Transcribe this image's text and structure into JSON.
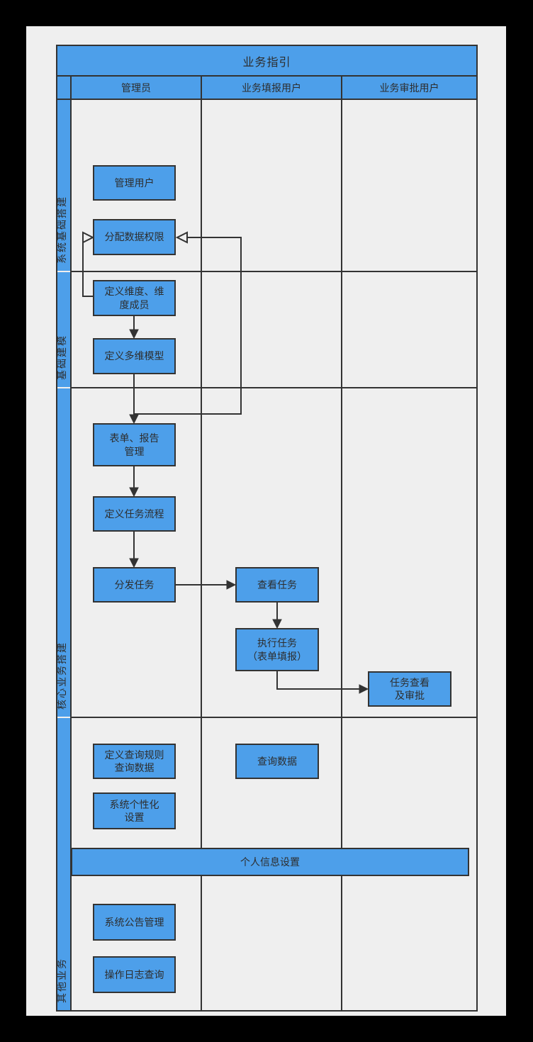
{
  "diagram": {
    "title": "业务指引",
    "columns": [
      "管理员",
      "业务填报用户",
      "业务审批用户"
    ],
    "lanes": [
      "系统基础搭建",
      "基础建模",
      "核心业务搭建",
      "其他业务"
    ],
    "nodes": {
      "manage_users": "管理用户",
      "assign_permissions": "分配数据权限",
      "define_dimensions": "定义维度、维\n度成员",
      "define_model": "定义多维模型",
      "form_report": "表单、报告\n管理",
      "define_task_flow": "定义任务流程",
      "distribute_tasks": "分发任务",
      "view_tasks": "查看任务",
      "execute_tasks": "执行任务\n（表单填报）",
      "task_review_approve": "任务查看\n及审批",
      "define_query_rules": "定义查询规则\n查询数据",
      "personalization": "系统个性化\n设置",
      "query_data": "查询数据",
      "personal_info": "个人信息设置",
      "announcement_mgmt": "系统公告管理",
      "operation_log": "操作日志查询"
    },
    "colors": {
      "node_fill": "#4d9fea",
      "line": "#333333",
      "page_bg": "#efefef",
      "canvas_bg": "#000000",
      "text": "#2d2d2d"
    }
  }
}
